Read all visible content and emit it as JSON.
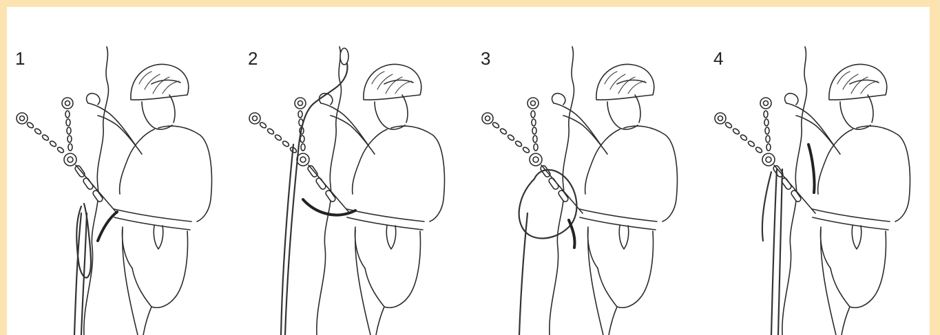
{
  "steps": [
    {
      "number": "1",
      "icon": "climber-anchor-step-1-illustration"
    },
    {
      "number": "2",
      "icon": "climber-anchor-step-2-illustration"
    },
    {
      "number": "3",
      "icon": "climber-anchor-step-3-illustration"
    },
    {
      "number": "4",
      "icon": "climber-anchor-step-4-illustration"
    }
  ],
  "colors": {
    "border": "#fde3b0",
    "background": "#ffffff",
    "ink": "#2b2b2b"
  }
}
